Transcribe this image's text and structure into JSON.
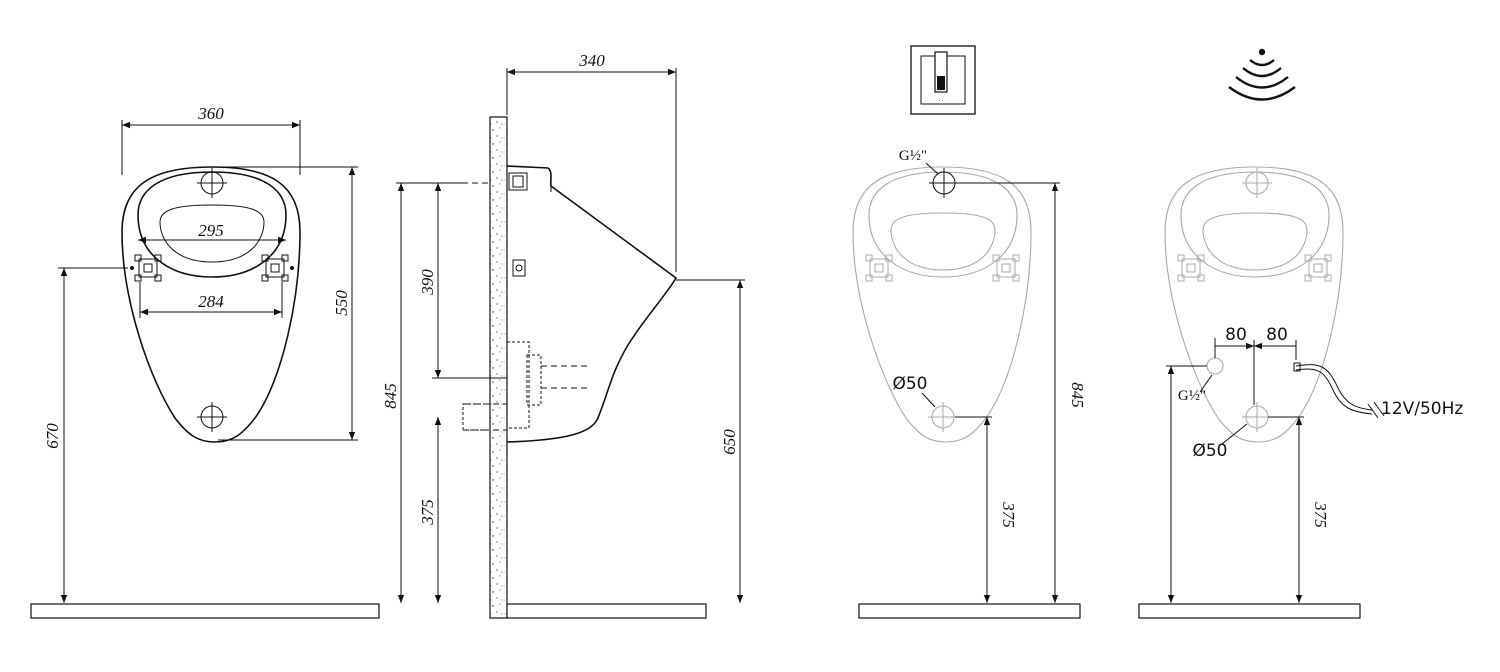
{
  "front_view": {
    "width_label": "360",
    "bowl_inner_label": "295",
    "bracket_spacing_label": "284",
    "height_label": "550",
    "bracket_height_label": "670"
  },
  "side_view": {
    "depth_label": "340",
    "inlet_height_label": "845",
    "inlet_to_bracket_label": "390",
    "outlet_height_label": "375",
    "rim_height_label": "650"
  },
  "push_button_view": {
    "inlet_label": "G½\"",
    "outlet_label": "Ø50",
    "inlet_height_label": "845",
    "outlet_height_label": "375"
  },
  "sensor_view": {
    "offset_left_label": "80",
    "offset_right_label": "80",
    "inlet_label": "G½\"",
    "outlet_label": "Ø50",
    "power_label": "12V/50Hz",
    "outlet_height_label": "375"
  },
  "icons": [
    "push-button-flush-icon",
    "infrared-sensor-icon"
  ]
}
